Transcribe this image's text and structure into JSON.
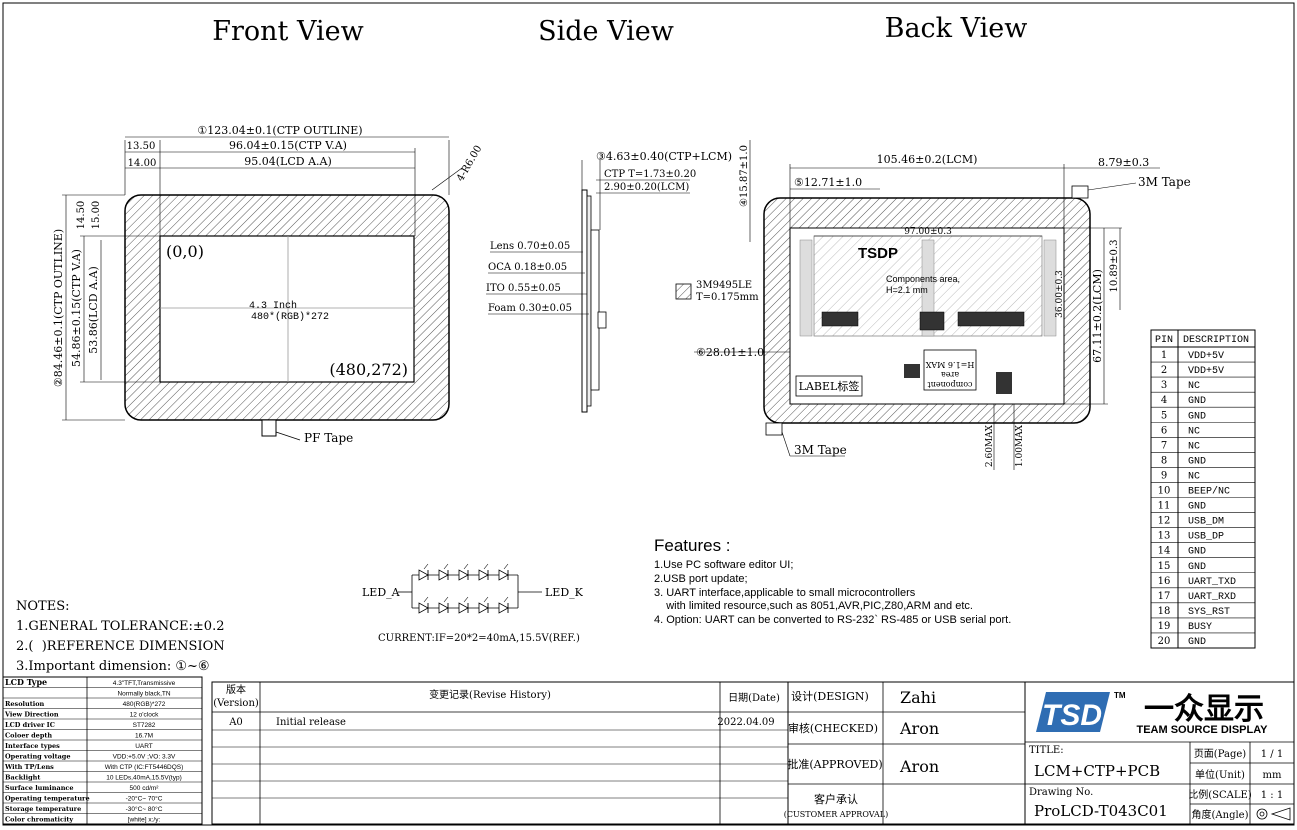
{
  "views": {
    "front": "Front View",
    "side": "Side View",
    "back": "Back View"
  },
  "front": {
    "dim_ctp_outline_w": "①123.04±0.1(CTP OUTLINE)",
    "dim_ctp_va_w": "96.04±0.15(CTP V.A)",
    "dim_lcd_aa_w": "95.04(LCD A.A)",
    "dim_1350": "13.50",
    "dim_1400": "14.00",
    "dim_1450": "14.50",
    "dim_1500": "15.00",
    "dim_ctp_outline_h": "②84.46±0.1(CTP OUTLINE)",
    "dim_ctp_va_h": "54.86±0.15(CTP V.A)",
    "dim_lcd_aa_h": "53.86(LCD A.A)",
    "radius": "4-R6.00",
    "origin": "(0,0)",
    "corner": "(480,272)",
    "size_label": "4.3 Inch",
    "res_label": "480*(RGB)*272",
    "pf_tape": "PF Tape"
  },
  "side": {
    "dim_total": "③4.63±0.40(CTP+LCM)",
    "dim_ctp": "CTP T=1.73±0.20",
    "dim_lcm": "2.90±0.20(LCM)",
    "lens": "Lens 0.70±0.05",
    "oca": "OCA 0.18±0.05",
    "ito": "ITO 0.55±0.05",
    "foam": "Foam 0.30±0.05",
    "tape_name": "3M9495LE",
    "tape_t": "T=0.175mm"
  },
  "back": {
    "dim_lcm_w": "105.46±0.2(LCM)",
    "dim_879": "8.79±0.3",
    "dim_1587": "④15.87±1.0",
    "dim_1271": "⑤12.71±1.0",
    "dim_9700": "97.00±0.3",
    "dim_1089": "10.89±0.3",
    "dim_6711": "67.11±0.2(LCM)",
    "dim_3600": "36.00±0.3",
    "dim_2801": "⑥28.01±1.0",
    "dim_260": "2.60MAX",
    "dim_100": "1.00MAX",
    "tape_top": "3M Tape",
    "tape_bottom": "3M Tape",
    "components": "Components area,",
    "components_h": "H=2.1 mm",
    "comp_small_1": "component",
    "comp_small_2": "area",
    "comp_small_3": "H=1.6 MAX",
    "label_box": "LABEL标签",
    "logo_text": "TSDP"
  },
  "pins": {
    "header_pin": "PIN",
    "header_desc": "DESCRIPTION",
    "rows": [
      {
        "pin": "1",
        "desc": "VDD+5V"
      },
      {
        "pin": "2",
        "desc": "VDD+5V"
      },
      {
        "pin": "3",
        "desc": "NC"
      },
      {
        "pin": "4",
        "desc": "GND"
      },
      {
        "pin": "5",
        "desc": "GND"
      },
      {
        "pin": "6",
        "desc": "NC"
      },
      {
        "pin": "7",
        "desc": "NC"
      },
      {
        "pin": "8",
        "desc": "GND"
      },
      {
        "pin": "9",
        "desc": "NC"
      },
      {
        "pin": "10",
        "desc": "BEEP/NC"
      },
      {
        "pin": "11",
        "desc": "GND"
      },
      {
        "pin": "12",
        "desc": "USB_DM"
      },
      {
        "pin": "13",
        "desc": "USB_DP"
      },
      {
        "pin": "14",
        "desc": "GND"
      },
      {
        "pin": "15",
        "desc": "GND"
      },
      {
        "pin": "16",
        "desc": "UART_TXD"
      },
      {
        "pin": "17",
        "desc": "UART_RXD"
      },
      {
        "pin": "18",
        "desc": "SYS_RST"
      },
      {
        "pin": "19",
        "desc": "BUSY"
      },
      {
        "pin": "20",
        "desc": "GND"
      }
    ]
  },
  "features": {
    "title": "Features :",
    "lines": [
      "1.Use PC software editor UI;",
      "2.USB port update;",
      "3. UART  interface,applicable to small microcontrollers",
      "    with limited resource,such as 8051,AVR,PIC,Z80,ARM and etc.",
      "4. Option: UART can be converted to RS-232` RS-485 or USB serial port."
    ]
  },
  "led": {
    "anode": "LED_A",
    "cathode": "LED_K",
    "current": "CURRENT:IF=20*2=40mA,15.5V(REF.)"
  },
  "notes": {
    "title": "NOTES:",
    "lines": [
      "1.GENERAL TOLERANCE:±0.2",
      "2.(  )REFERENCE DIMENSION",
      "3.Important dimension: ①~⑥"
    ]
  },
  "specs": {
    "rows": [
      {
        "label": "LCD Type",
        "value": "4.3\"TFT,Transmissive"
      },
      {
        "label": "",
        "value": "Normally black,TN"
      },
      {
        "label": "Resolution",
        "value": "480(RGB)*272"
      },
      {
        "label": "View Direction",
        "value": "12 o'clock"
      },
      {
        "label": "LCD driver IC",
        "value": "ST7282"
      },
      {
        "label": "Coloer depth",
        "value": "16.7M"
      },
      {
        "label": "Interface types",
        "value": "UART"
      },
      {
        "label": "Operating voltage",
        "value": "VDD:+5.0V ;VO: 3.3V"
      },
      {
        "label": "With TP/Lens",
        "value": "With CTP (IC:FT5446DQS)"
      },
      {
        "label": "Backlight",
        "value": "10 LEDs,40mA,15.5V(typ)"
      },
      {
        "label": "Surface luminance",
        "value": "500 cd/m²"
      },
      {
        "label": "Operating temperature",
        "value": "-20°C~ 70°C"
      },
      {
        "label": "Storage temperature",
        "value": "-30°C~ 80°C"
      },
      {
        "label": "Color chromaticity",
        "value": "[white] x:/y:"
      }
    ]
  },
  "revision": {
    "version_h1": "版本",
    "version_h2": "(Version)",
    "history_h": "变更记录(Revise History)",
    "date_h": "日期(Date)",
    "rev": "A0",
    "desc": "Initial release",
    "date": "2022.04.09"
  },
  "signoff": {
    "design_label": "设计(DESIGN)",
    "design_name": "Zahi",
    "checked_label": "审核(CHECKED)",
    "checked_name": "Aron",
    "approved_label": "批准(APPROVED)",
    "approved_name": "Aron",
    "customer_label": "客户承认",
    "customer_label_en": "(CUSTOMER APPROVAL)"
  },
  "titleblock": {
    "logo_mark": "TSD",
    "tm": "TM",
    "company_cn": "一众显示",
    "company_en": "TEAM SOURCE DISPLAY",
    "title_label": "TITLE:",
    "title": "LCM+CTP+PCB",
    "drawing_label": "Drawing No.",
    "drawing": "ProLCD-T043C01",
    "page_label": "页面(Page)",
    "page": "1 / 1",
    "unit_label": "单位(Unit)",
    "unit": "mm",
    "scale_label": "比例(SCALE)",
    "scale": "1 : 1",
    "angle_label": "角度(Angle)"
  }
}
